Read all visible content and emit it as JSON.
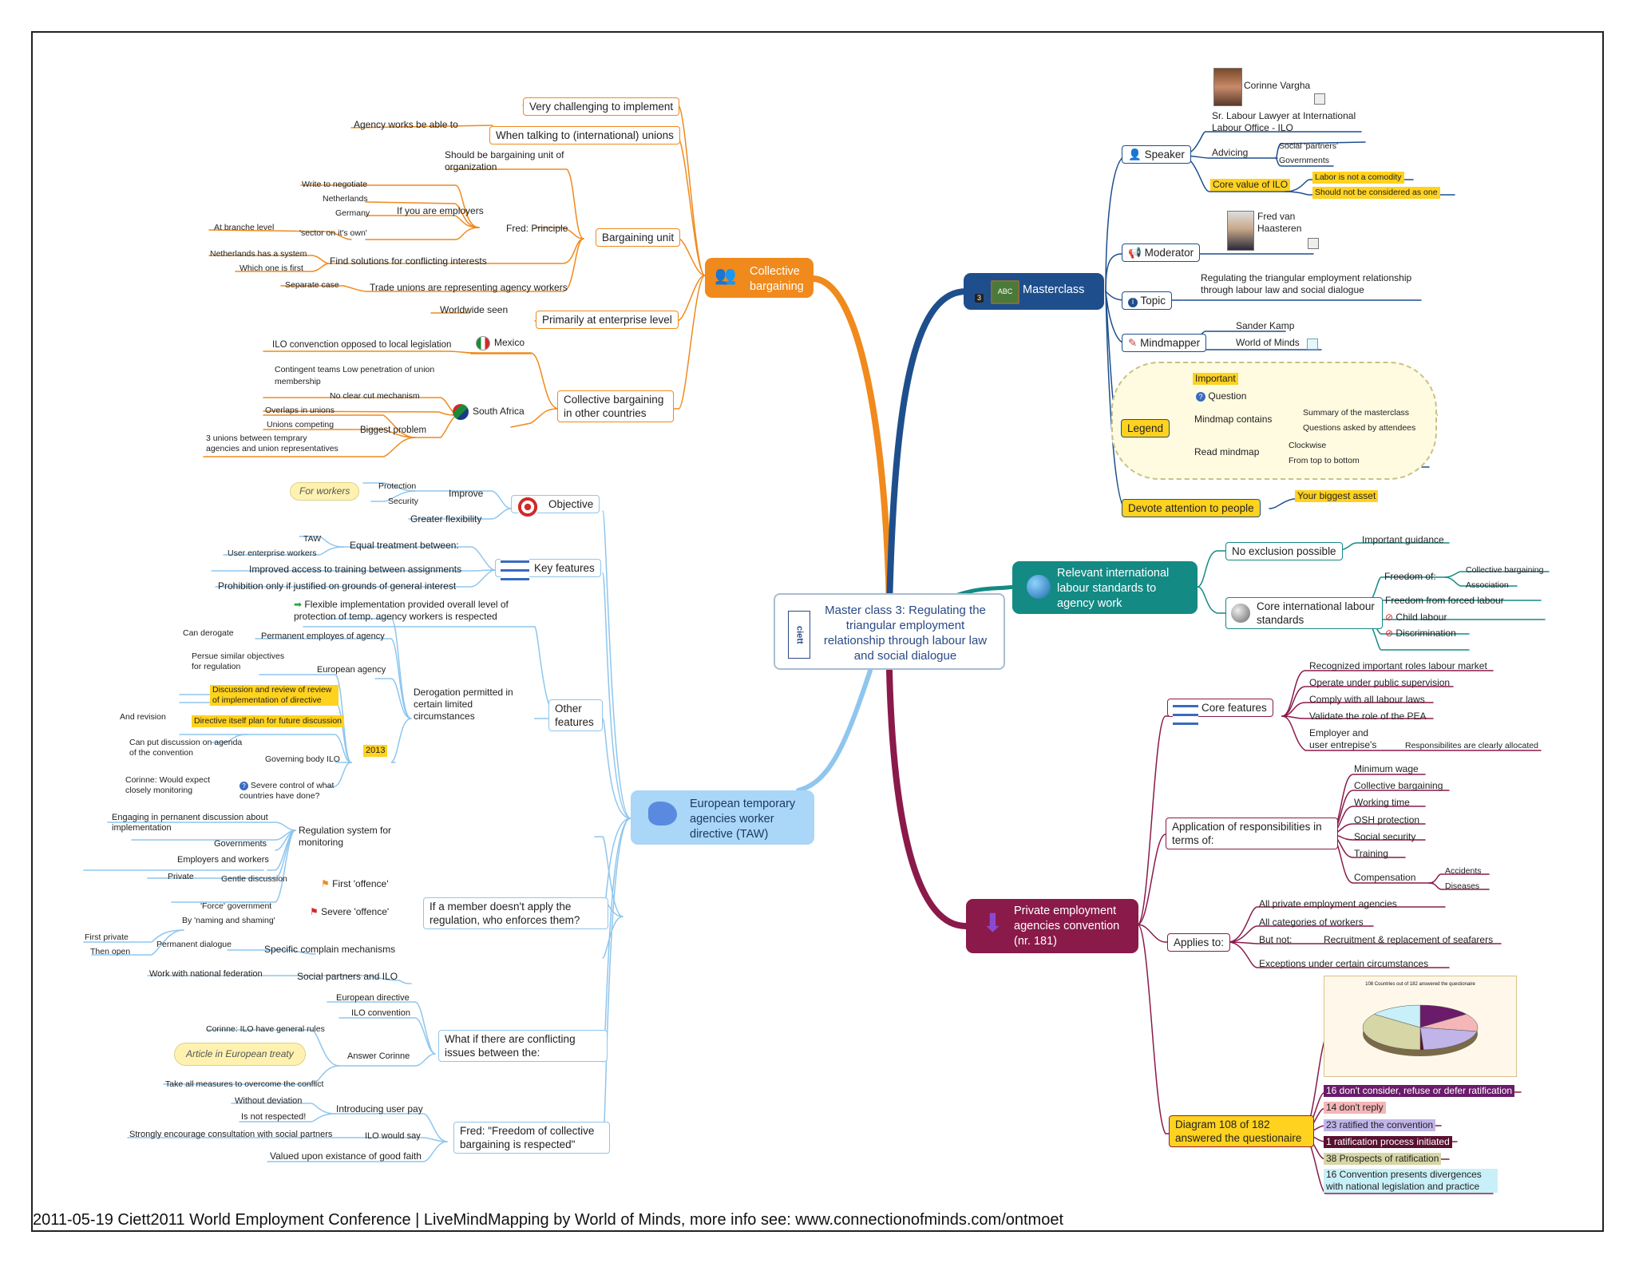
{
  "title": "Master class 3: Regulating the triangular employment relationship through labour law and social dialogue",
  "footer": "2011-05-19 Ciett2011 World Employment Conference | LiveMindMapping by World of Minds, more info see: www.connectionofminds.com/ontmoet",
  "colors": {
    "orange": "#f08a1c",
    "navy": "#1e4f8c",
    "teal": "#138a84",
    "maroon": "#8a1a4a",
    "lightblue": "#8fc6ee"
  },
  "masterclass": {
    "label": "Masterclass",
    "badge": "3",
    "speaker": {
      "label": "Speaker",
      "name": "Corinne Vargha",
      "role": "Sr. Labour Lawyer at International Labour Office - ILO",
      "advicing": "Advicing",
      "advicing_items": [
        "Social 'partners'",
        "Governments"
      ],
      "core_value": "Core value of ILO",
      "core_items": [
        "Labor is not a comodity",
        "Should not be considered as one"
      ]
    },
    "moderator": {
      "label": "Moderator",
      "name": "Fred van Haasteren"
    },
    "topic": {
      "label": "Topic",
      "text": "Regulating the triangular employment relationship through labour law and social dialogue"
    },
    "mindmapper": {
      "label": "Mindmapper",
      "items": [
        "Sander Kamp",
        "World of Minds"
      ]
    },
    "legend": {
      "label": "Legend",
      "important": "Important",
      "question": "Question",
      "contains": "Mindmap contains",
      "contains_items": [
        "Summary of the masterclass",
        "Questions asked by attendees"
      ],
      "read": "Read mindmap",
      "read_items": [
        "Clockwise",
        "From top to bottom"
      ]
    },
    "devote": "Devote attention to people",
    "asset": "Your biggest asset"
  },
  "standards": {
    "label": "Relevant international labour standards to agency work",
    "no_exclusion": "No exclusion possible",
    "guidance": "Important guidance",
    "core": "Core international labour standards",
    "freedom": "Freedom of:",
    "freedom_items": [
      "Collective bargaining",
      "Association"
    ],
    "items": [
      "Freedom from forced labour",
      "Child labour",
      "Discrimination"
    ]
  },
  "convention": {
    "label": "Private employment agencies convention (nr. 181)",
    "core_features": "Core features",
    "features": [
      "Recognized important roles labour market",
      "Operate under public supervision",
      "Comply with all labour laws",
      "Validate the role of the PEA",
      "Employer and user entrepise's"
    ],
    "allocated": "Responsibilites are clearly allocated",
    "application": "Application of responsibilities in terms of:",
    "app_items": [
      "Minimum wage",
      "Collective bargaining",
      "Working time",
      "OSH protection",
      "Social security",
      "Training",
      "Compensation"
    ],
    "comp_items": [
      "Accidents",
      "Diseases"
    ],
    "applies": "Applies to:",
    "applies_items": [
      "All private employment agencies",
      "All categories of workers",
      "But not:",
      "Exceptions under certain circumstances"
    ],
    "seafarers": "Recruitment & replacement of seafarers",
    "diagram": "Diagram 108 of 182 answered the questionaire",
    "diag_items": [
      "16 don't consider, refuse or defer ratification",
      "14 don't reply",
      "23 ratified the convention",
      "1 ratification process initiated",
      "38 Prospects of ratification",
      "16 Convention presents divergences with national legislation and practice"
    ],
    "diag_colors": [
      "#6a1b6a",
      "#f4b6b6",
      "#c0b4e8",
      "#5a1030",
      "#d6d6a6",
      "#c8f0f8"
    ],
    "chart_title": "108 Countries out of 182 answered the questionaire",
    "pie_values": [
      16,
      14,
      23,
      1,
      38,
      16
    ]
  },
  "collective": {
    "label": "Collective bargaining",
    "challenging": "Very challenging to implement",
    "unions": "When talking to (international) unions",
    "agency": "Agency works be able to",
    "unit": "Bargaining unit",
    "should": "Should be bargaining unit of organization",
    "fred": "Fred: Principle",
    "employers": "If you are employers",
    "emp_items": [
      "Write to negotiate",
      "Netherlands",
      "Germany",
      "'sector on it's own'"
    ],
    "branche": "At branche level",
    "solutions": "Find solutions for conflicting interests",
    "sol_items": [
      "Netherlands has a system",
      "Which one is first"
    ],
    "trade": "Trade unions are representing agency workers",
    "separate": "Separate case",
    "enterprise": "Primarily at enterprise level",
    "worldwide": "Worldwide seen",
    "other": "Collective bargaining in other countries",
    "mexico": "Mexico",
    "mexico_item": "ILO convenction opposed to local legislation",
    "sa": "South Africa",
    "sa_items": [
      "Contingent teams Low penetration of union membership",
      "No clear cut mechanism"
    ],
    "biggest": "Biggest problem",
    "big_items": [
      "Overlaps in unions",
      "Unions competing",
      "3 unions between temprary agencies and union representatives"
    ]
  },
  "taw": {
    "label": "European temporary agencies worker directive (TAW)",
    "objective": "Objective",
    "improve": "Improve",
    "improve_items": [
      "Protection",
      "Security"
    ],
    "for_workers": "For workers",
    "flex": "Greater flexibility",
    "key": "Key features",
    "equal": "Equal treatment between:",
    "equal_items": [
      "TAW",
      "User enterprise workers"
    ],
    "training": "Improved access to training between assignments",
    "prohibition": "Prohibition only if justified on grounds of general interest",
    "other": "Other features",
    "flexible": "Flexible implementation provided overall level of protection of temp. agency workers is respected",
    "derogation": "Derogation permitted in certain limited circumstances",
    "permanent": "Permanent employes of agency",
    "derogate": "Can derogate",
    "european": "European agency",
    "pursue": "Persue similar objectives for regulation",
    "year": "2013",
    "discussion": "Discussion and review of review of implementation of directive",
    "directive": "Directive itself plan for future discussion",
    "revision": "And revision",
    "governing": "Governing body ILO",
    "agenda": "Can put discussion on agenda of the convention",
    "severe_control": "Severe control of what countries have done?",
    "corinne_would": "Corinne: Would expect closely monitoring",
    "member": "If a member doesn't apply the regulation, who enforces them?",
    "regulation": "Regulation system for monitoring",
    "engaging": "Engaging in pernanent discussion about implementation",
    "reg_items": [
      "Governments",
      "Employers and workers"
    ],
    "first": "First 'offence'",
    "gentle": "Gentle discussion",
    "private": "Private",
    "severe": "Severe 'offence'",
    "naming": "By 'naming and shaming'",
    "force": "'Force' government",
    "specific": "Specific complain mechanisms",
    "dialogue": "Permanent dialogue",
    "first_private": "First private",
    "then_open": "Then open",
    "social": "Social partners and ILO",
    "national": "Work with national federation",
    "conflicting": "What if there are conflicting issues between the:",
    "conf_items": [
      "European directive",
      "ILO convention"
    ],
    "answer": "Answer Corinne",
    "ilo_rules": "Corinne: ILO have general rules",
    "article": "Article in European treaty",
    "measures": "Take all measures to overcome the conflict",
    "freedom": "Fred: \"Freedom of collective bargaining is respected\"",
    "userpay": "Introducing user pay",
    "deviation": "Without deviation",
    "respected": "Is not respected!",
    "ilo_say": "ILO would say",
    "encourage": "Strongly encourage consultation with social partners",
    "valued": "Valued upon existance of good faith"
  }
}
